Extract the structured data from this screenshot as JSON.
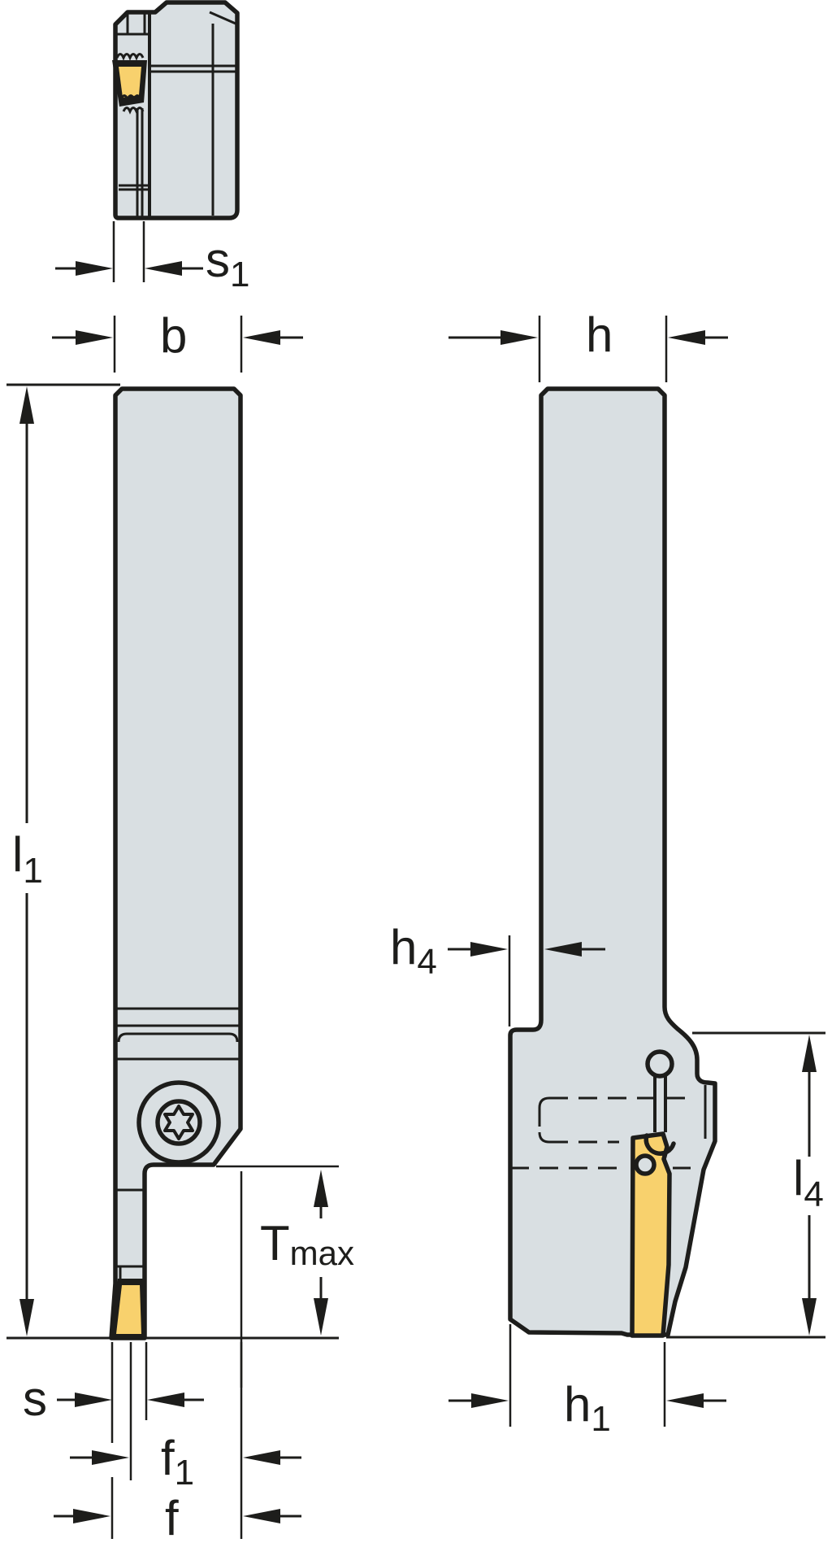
{
  "colors": {
    "outline": "#1d1d1b",
    "body_fill": "#d9dfe2",
    "insert_fill": "#f8d16d",
    "background": "#ffffff"
  },
  "labels": {
    "s1": {
      "main": "s",
      "sub": "1"
    },
    "b": {
      "main": "b",
      "sub": ""
    },
    "h": {
      "main": "h",
      "sub": ""
    },
    "l1": {
      "main": "l",
      "sub": "1"
    },
    "h4": {
      "main": "h",
      "sub": "4"
    },
    "tmax": {
      "main": "T",
      "sub": "max"
    },
    "l4": {
      "main": "l",
      "sub": "4"
    },
    "s": {
      "main": "s",
      "sub": ""
    },
    "f1": {
      "main": "f",
      "sub": "1"
    },
    "f": {
      "main": "f",
      "sub": ""
    },
    "h1": {
      "main": "h",
      "sub": "1"
    }
  }
}
